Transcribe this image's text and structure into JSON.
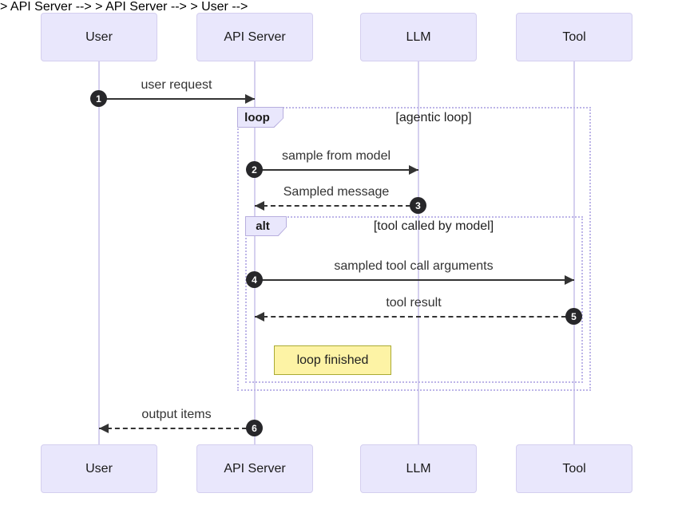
{
  "diagram": {
    "type": "sequence-diagram",
    "actors": [
      {
        "id": "user",
        "label": "User"
      },
      {
        "id": "api-server",
        "label": "API Server"
      },
      {
        "id": "llm",
        "label": "LLM"
      },
      {
        "id": "tool",
        "label": "Tool"
      }
    ],
    "messages": [
      {
        "seq": "1",
        "from": "User",
        "to": "API Server",
        "label": "user request",
        "line": "solid"
      },
      {
        "seq": "2",
        "from": "API Server",
        "to": "LLM",
        "label": "sample from model",
        "line": "solid"
      },
      {
        "seq": "3",
        "from": "LLM",
        "to": "API Server",
        "label": "Sampled message",
        "line": "dashed"
      },
      {
        "seq": "4",
        "from": "API Server",
        "to": "Tool",
        "label": "sampled tool call arguments",
        "line": "solid"
      },
      {
        "seq": "5",
        "from": "Tool",
        "to": "API Server",
        "label": "tool result",
        "line": "dashed"
      },
      {
        "seq": "6",
        "from": "API Server",
        "to": "User",
        "label": "output items",
        "line": "dashed"
      }
    ],
    "frames": [
      {
        "kind": "loop",
        "label": "loop",
        "condition": "[agentic loop]"
      },
      {
        "kind": "alt",
        "label": "alt",
        "condition": "[tool called by model]"
      }
    ],
    "note": {
      "text": "loop finished"
    },
    "colors": {
      "actor_fill": "#e9e7fc",
      "actor_border": "#d4cfef",
      "lifeline": "#d5d0ef",
      "frame_border": "#bdb5e8",
      "label_fill": "#e9e7fc",
      "label_border": "#b7aede",
      "note_fill": "#fdf3a5",
      "note_border": "#aaaa33",
      "arrow": "#333333",
      "seq_fill": "#27272a",
      "seq_text": "#ffffff"
    }
  }
}
